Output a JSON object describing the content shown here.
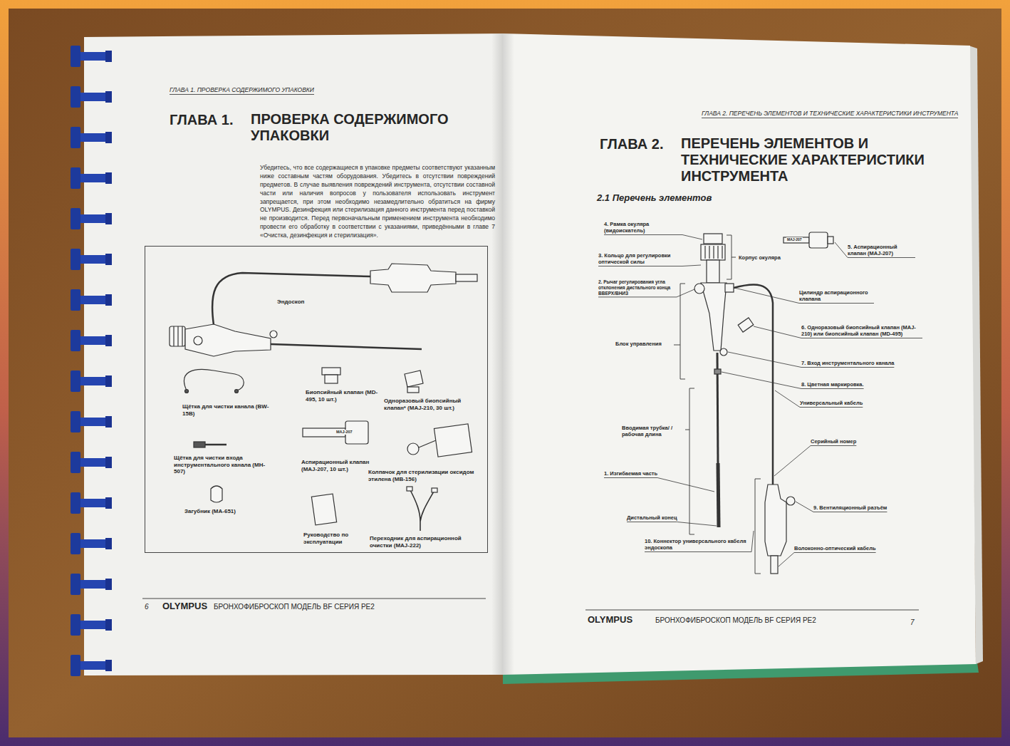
{
  "diagram": {
    "nodes": [
      {
        "text": [
          "Эндоскоп",
          "Щётка для чистки канала (BW-15B)",
          "Биопсийный клапан (MD-495, 10 шт.)",
          "Одноразовый биопсийный клапан* (MAJ-210, 30 шт.)",
          "MAJ-207",
          "Щётка для чистки входа инструментального канала (MH-507)",
          "Аспирационный клапан (MAJ-207, 10 шт.)",
          "Колпачок для стерилизации оксидом этилена (MB-156)",
          "Загубник (MA-651)",
          "Руководство по эксплуатации",
          "Переходник для аспирационной очистки (MAJ-222)"
        ]
      }
    ],
    "labels": [
      "ГЛАВА 1. ПРОВЕРКА СОДЕРЖИМОГО УПАКОВКИ",
      "ГЛАВА 1.",
      "ПРОВЕРКА СОДЕРЖИМОГО УПАКОВКИ",
      "Убедитесь, что все содержащиеся в упаковке предметы соответствуют указанным ниже составным частям оборудования. Убедитесь в отсутствии повреждений предметов. В случае выявления повреждений инструмента, отсутствии составной части или наличия вопросов у пользователя использовать инструмент запрещается, при этом необходимо незамедлительно обратиться на фирму OLYMPUS. Дезинфекция или стерилизация данного инструмента перед поставкой не производится. Перед первоначальным применением инструмента необходимо провести его обработку в соответствии с указаниями, приведёнными в главе 7 «Очистка, дезинфекция и стерилизация».",
      "6",
      "OLYMPUS",
      "БРОНХОФИБРОСКОП МОДЕЛЬ BF СЕРИЯ PE2",
      "ГЛАВА 2. ПЕРЕЧЕНЬ ЭЛЕМЕНТОВ И ТЕХНИЧЕСКИЕ ХАРАКТЕРИСТИКИ ИНСТРУМЕНТА",
      "ГЛАВА 2.",
      "ПЕРЕЧЕНЬ ЭЛЕМЕНТОВ И ТЕХНИЧЕСКИЕ ХАРАКТЕРИСТИКИ ИНСТРУМЕНТА",
      "2.1 Перечень элементов",
      "4. Рамка окуляра (видоискатель)",
      "MAJ-207",
      "5. Аспирационный клапан (MAJ-207)",
      "3. Кольцо для регулировки оптической силы",
      "Корпус окуляра",
      "2. Рычаг регулирования угла отклонения дистального конца ВВЕРХ/ВНИЗ",
      "Цилиндр аспирационного клапана",
      "6. Одноразовый биопсийный клапан (MAJ-210) или биопсийный клапан (MD-495)",
      "Блок управления",
      "7. Вход инструментального канала",
      "8. Цветная маркировка.",
      "Универсальный кабель",
      "Вводимая трубка/ /рабочая длина",
      "Серийный номер",
      "1. Изгибаемая часть",
      "9. Вентиляционный разъём",
      "Дистальный конец",
      "10. Коннектор универсального кабеля эндоскопа",
      "Волоконно-оптический кабель",
      "OLYMPUS",
      "БРОНХОФИБРОСКОП МОДЕЛЬ BF СЕРИЯ PE2",
      "7"
    ]
  }
}
